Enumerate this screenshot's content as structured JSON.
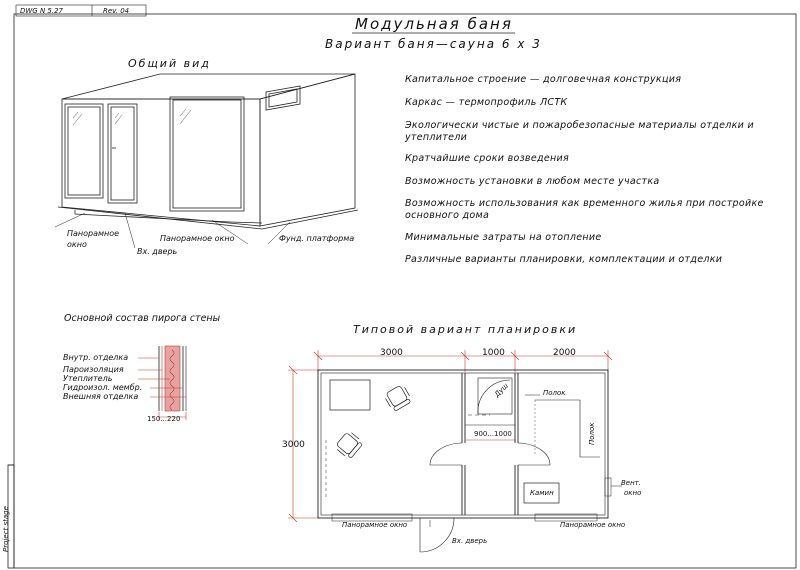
{
  "header": {
    "drawing_no": "DWG N 5.27",
    "revision": "Rev. 04",
    "stage": "Project stage"
  },
  "title": "Модульная баня",
  "subtitle": "Вариант баня—сауна 6 х 3",
  "general_view": {
    "heading": "Общий вид",
    "callouts": {
      "pano_window_left": "Панорамное окно",
      "entry_door": "Вх. дверь",
      "pano_window_center": "Панорамное окно",
      "platform": "Фунд. платформа"
    }
  },
  "features": [
    "Капитальное строение — долговечная конструкция",
    "Каркас — термопрофиль ЛСТК",
    "Экологически чистые и пожаробезопасные материалы отделки и утеплители",
    "Кратчайшие сроки возведения",
    "Возможность установки в любом месте участка",
    "Возможность использования как временного жилья при постройке основного дома",
    "Минимальные затраты на отопление",
    "Различные варианты планировки, комплектации и отделки"
  ],
  "wall": {
    "heading": "Основной состав пирога стены",
    "layers": [
      "Внутр. отделка",
      "Пароизоляция",
      "Утеплитель",
      "Гидроизол. мембр.",
      "Внешняя отделка"
    ],
    "thickness": "150...220"
  },
  "plan": {
    "heading": "Типовой вариант планировки",
    "dims": {
      "a": "3000",
      "b": "1000",
      "c": "2000",
      "height": "3000",
      "door": "900...1000"
    },
    "labels": {
      "shower": "Душ",
      "shelf_top": "Полок",
      "shelf_side": "Полок",
      "stove": "Камин",
      "vent_line1": "Вент.",
      "vent_line2": "окно",
      "pano_left": "Панорамное окно",
      "pano_right": "Панорамное окно",
      "entry": "Вх. дверь"
    }
  },
  "colors": {
    "dimension": "#c0392b",
    "line": "#111111",
    "insulation": "#e6a3a3"
  }
}
